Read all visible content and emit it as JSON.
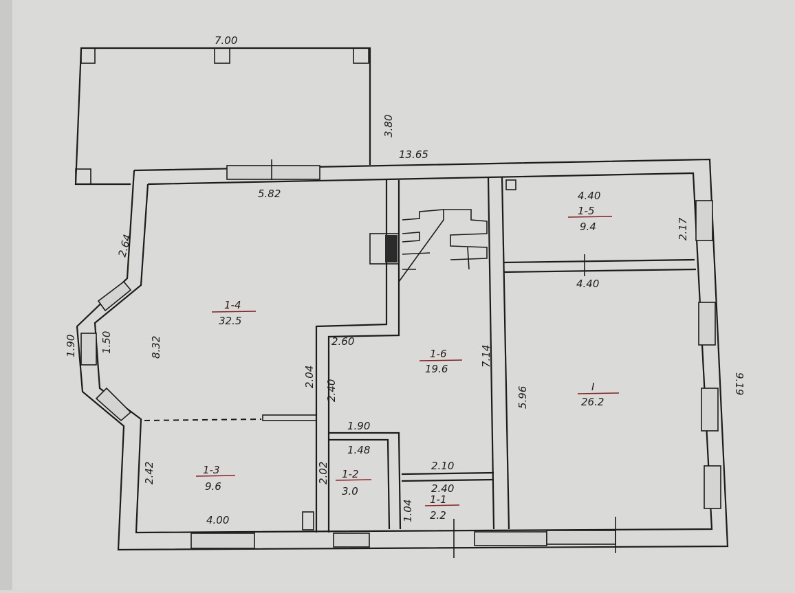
{
  "plan": {
    "dimensions": {
      "porch_width": "7.00",
      "porch_depth": "3.80",
      "total_length": "13.65",
      "room14_top": "5.82",
      "left_upper": "2.64",
      "bay_outer": "1.90",
      "bay_inner": "1.50",
      "room14_height": "8.32",
      "wall_mid": "2.04",
      "corridor": "2.40",
      "hall_width": "1.90",
      "bath_inner": "1.48",
      "bath_height": "2.02",
      "room13_left": "2.42",
      "room13_bottom": "4.00",
      "hall_top": "2.60",
      "wc_width": "2.10",
      "wc_inner": "2.40",
      "wc_height": "1.04",
      "hall_height": "7.14",
      "room1_height": "5.96",
      "room15_width": "4.40",
      "room15_bottom": "4.40",
      "room15_height": "2.17",
      "right_total": "9.19"
    },
    "rooms": [
      {
        "id": "1-4",
        "area": "32.5"
      },
      {
        "id": "1-3",
        "area": "9.6"
      },
      {
        "id": "1-2",
        "area": "3.0"
      },
      {
        "id": "1-1",
        "area": "2.2"
      },
      {
        "id": "1-6",
        "area": "19.6"
      },
      {
        "id": "1-5",
        "area": "9.4"
      },
      {
        "id": "I",
        "area": "26.2"
      }
    ]
  }
}
